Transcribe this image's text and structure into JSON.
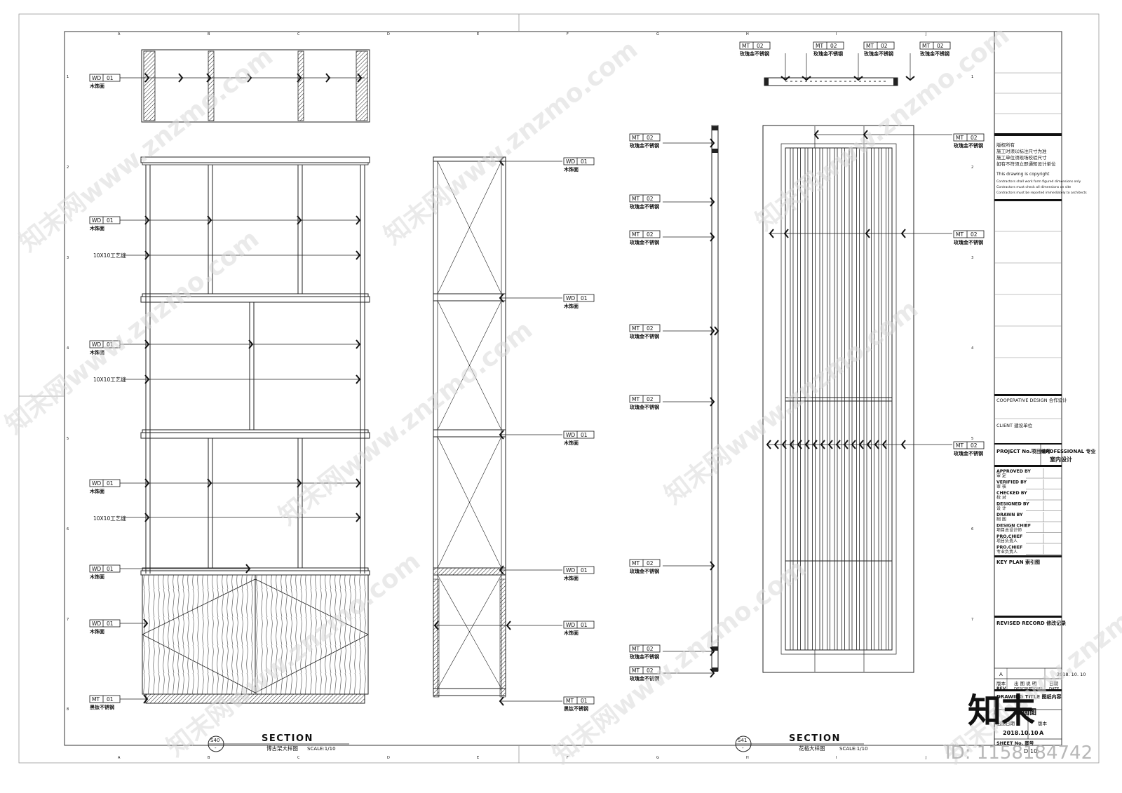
{
  "sheet": {
    "grid_columns": [
      "A",
      "B",
      "C",
      "D",
      "E",
      "F",
      "G",
      "H",
      "I",
      "J"
    ],
    "grid_rows": [
      "1",
      "2",
      "3",
      "4",
      "5",
      "6",
      "7",
      "8"
    ]
  },
  "tags": {
    "wd01": {
      "code": "WD",
      "num": "01",
      "label": "木饰面"
    },
    "mt02": {
      "code": "MT",
      "num": "02",
      "label": "玫瑰金不锈钢"
    },
    "mt01": {
      "code": "MT",
      "num": "01",
      "label": "黑钛不锈钢"
    },
    "groove": "10X10工艺缝"
  },
  "left_section": {
    "ref": "S40",
    "ref_sub": "-",
    "heading": "SECTION",
    "caption": "博古架大样图",
    "scale": "SCALE:1/10"
  },
  "right_section": {
    "ref": "S41",
    "ref_sub": "-",
    "heading": "SECTION",
    "caption": "花格大样图",
    "scale": "SCALE:1/10"
  },
  "title_block": {
    "copyright": [
      "版权所有",
      "施工时须以标注尺寸为准",
      "施工单位须现场校验尺寸",
      "如有不符须立即通知设计单位"
    ],
    "copyright_en": [
      "This drawing is copyright",
      "Contractors shall work form figured dimensions only",
      "Contractors must check all dimensions on site",
      "Contractors must be reported immediately to architects"
    ],
    "cooperative": "COOPERATIVE DESIGN 合作设计",
    "client": "CLIENT 建设单位",
    "project_no": "PROJECT No.项目编号",
    "professional": "PROFESSIONAL 专业",
    "professional_value": "室内设计",
    "roles": [
      {
        "en": "APPROVED BY",
        "cn": "审  定"
      },
      {
        "en": "VERIFIED BY",
        "cn": "审  核"
      },
      {
        "en": "CHECKED BY",
        "cn": "校  对"
      },
      {
        "en": "DESIGNED BY",
        "cn": "设  计"
      },
      {
        "en": "DRAWN BY",
        "cn": "制  图"
      },
      {
        "en": "DESIGN CHIEF",
        "cn": "项目总设计师"
      },
      {
        "en": "PRO.CHIEF",
        "cn": "项目负责人"
      },
      {
        "en": "PRO.CHIEF",
        "cn": "专业负责人"
      }
    ],
    "key_plan": "KEY PLAN 索引图",
    "revised_record": "REVISED RECORD 修改记录",
    "rev_letter": "A",
    "rev_date": "2018. 10. 10",
    "rev_head_cn": "版本",
    "rev_head_desc_cn": "出 图 说 明",
    "rev_head_date_cn": "日期",
    "rev_head_en": "REV",
    "rev_head_desc_en": "DESCRIPTIONS",
    "rev_head_date_en": "DATE",
    "drawing_title": "DRAWING TITLE 图纸内容",
    "drawing_title_value": "立面图",
    "issue_date_label": "出图日期",
    "version_label": "版本",
    "issue_date": "2018.10.10",
    "version": "A",
    "sheet_no_label": "SHEET No. 图号",
    "sheet_no": "D-10"
  },
  "watermark": {
    "text": "知末网www.znzmo.com",
    "logo": "知末",
    "id_text": "ID: 1158184742"
  }
}
